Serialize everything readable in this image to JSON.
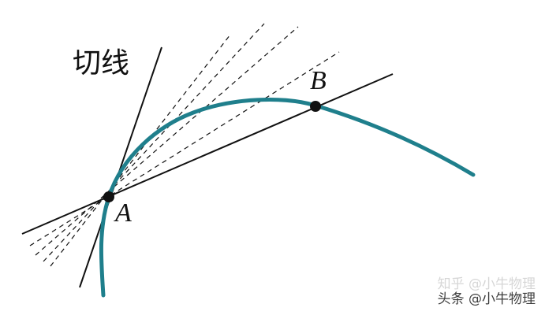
{
  "labels": {
    "tangent": "切线",
    "point_a": "A",
    "point_b": "B"
  },
  "watermark": {
    "top": "知乎 @小牛物理",
    "bottom": "头条 @小牛物理"
  },
  "colors": {
    "curve": "#1f7f8c",
    "lines": "#111111",
    "points": "#111111",
    "background": "#ffffff"
  }
}
